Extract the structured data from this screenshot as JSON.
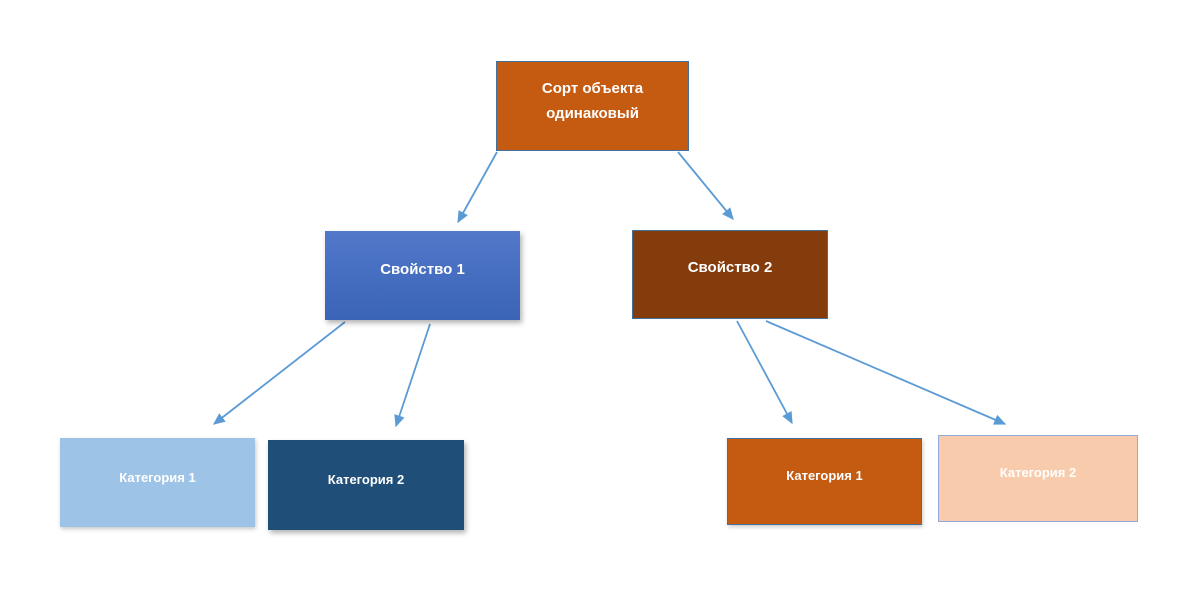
{
  "diagram": {
    "background_color": "#FFFFFF",
    "connector_color": "#5B9BD5",
    "nodes": [
      {
        "id": "root",
        "label": "Сорт объекта одинаковый",
        "fill": "#C55A11",
        "border_color": "#41719C",
        "text_color": "#FFFFFF"
      },
      {
        "id": "property-1",
        "label": "Свойство 1",
        "fill_gradient_top": "#5278CA",
        "fill_gradient_bottom": "#3A64B6",
        "text_color": "#FFFFFF"
      },
      {
        "id": "property-2",
        "label": "Свойство 2",
        "fill": "#843C0C",
        "border_color": "#41719C",
        "text_color": "#FFFFFF"
      },
      {
        "id": "category-1-left",
        "label": "Категория 1",
        "fill": "#9DC3E6",
        "text_color": "#FFFFFF"
      },
      {
        "id": "category-2-left",
        "label": "Категория 2",
        "fill": "#1F4E79",
        "text_color": "#FFFFFF"
      },
      {
        "id": "category-1-right",
        "label": "Категория 1",
        "fill": "#C55A11",
        "border_color": "#41719C",
        "text_color": "#FFFFFF"
      },
      {
        "id": "category-2-right",
        "label": "Категория 2",
        "fill": "#F8CBAD",
        "border_color": "#8FAADC",
        "text_color": "#FFFFFF"
      }
    ],
    "edges": [
      {
        "from": "root",
        "to": "property-1"
      },
      {
        "from": "root",
        "to": "property-2"
      },
      {
        "from": "property-1",
        "to": "category-1-left"
      },
      {
        "from": "property-1",
        "to": "category-2-left"
      },
      {
        "from": "property-2",
        "to": "category-1-right"
      },
      {
        "from": "property-2",
        "to": "category-2-right"
      }
    ]
  }
}
